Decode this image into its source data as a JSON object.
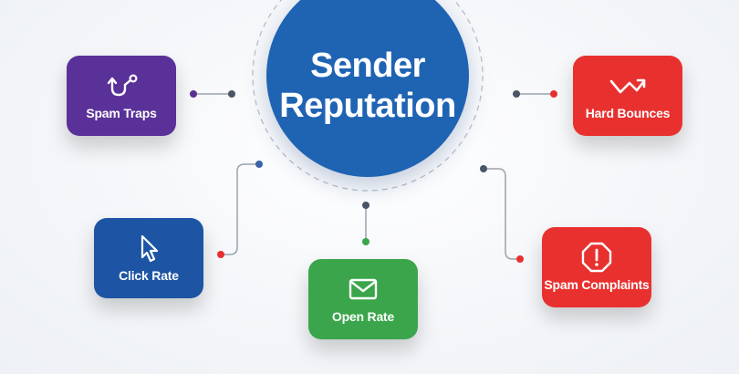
{
  "hub": {
    "title_line1": "Sender",
    "title_line2": "Reputation"
  },
  "factors": [
    {
      "id": "spam-traps",
      "label": "Spam Traps",
      "icon": "hook-icon",
      "color": "#5a3198"
    },
    {
      "id": "hard-bounces",
      "label": "Hard Bounces",
      "icon": "bounce-arrow-icon",
      "color": "#e8312f"
    },
    {
      "id": "click-rate",
      "label": "Click Rate",
      "icon": "cursor-icon",
      "color": "#1d55a4"
    },
    {
      "id": "open-rate",
      "label": "Open Rate",
      "icon": "envelope-icon",
      "color": "#3aa54b"
    },
    {
      "id": "spam-complaints",
      "label": "Spam Complaints",
      "icon": "alert-octagon-icon",
      "color": "#e8312f"
    }
  ],
  "colors": {
    "hub": "#1f63b3",
    "connector_line": "#9aa3ad",
    "connector_node_dark": "#4a5566",
    "ring_dash": "#b9c0c9"
  }
}
